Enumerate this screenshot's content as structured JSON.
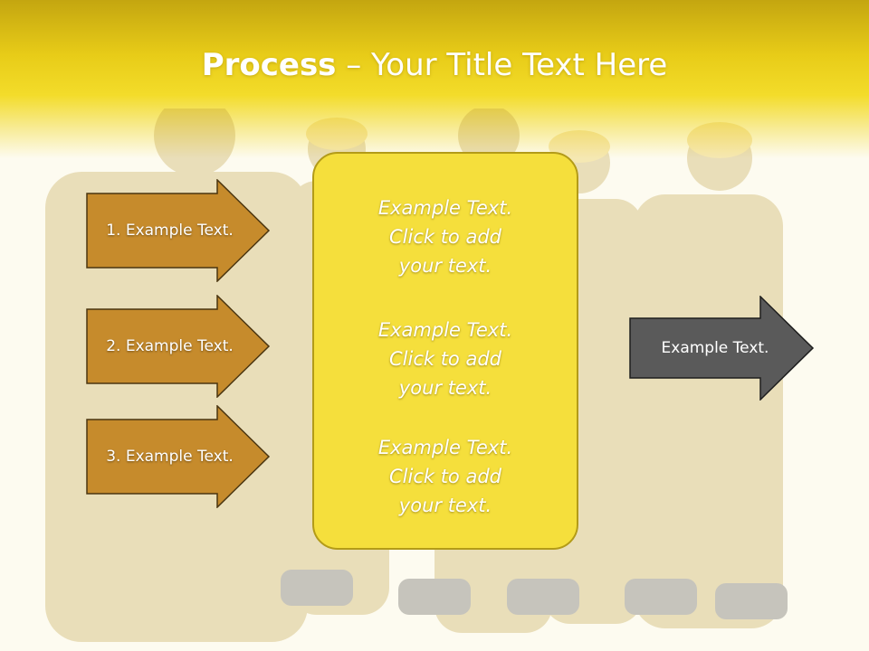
{
  "title": {
    "bold": "Process",
    "rest": " – Your Title Text Here"
  },
  "steps": [
    {
      "label": "1. Example Text."
    },
    {
      "label": "2. Example Text."
    },
    {
      "label": "3. Example Text."
    }
  ],
  "center": {
    "blocks": [
      {
        "line1": "Example Text.",
        "line2": "Click  to add",
        "line3": "your text."
      },
      {
        "line1": "Example Text.",
        "line2": "Click  to add",
        "line3": "your text."
      },
      {
        "line1": "Example Text.",
        "line2": "Click  to add",
        "line3": "your text."
      }
    ]
  },
  "result": {
    "label": "Example Text."
  },
  "colors": {
    "header": "#e8cc18",
    "step_arrow": "#c68b2c",
    "center_box": "#f5df3c",
    "result_arrow": "#5a5a5a"
  }
}
